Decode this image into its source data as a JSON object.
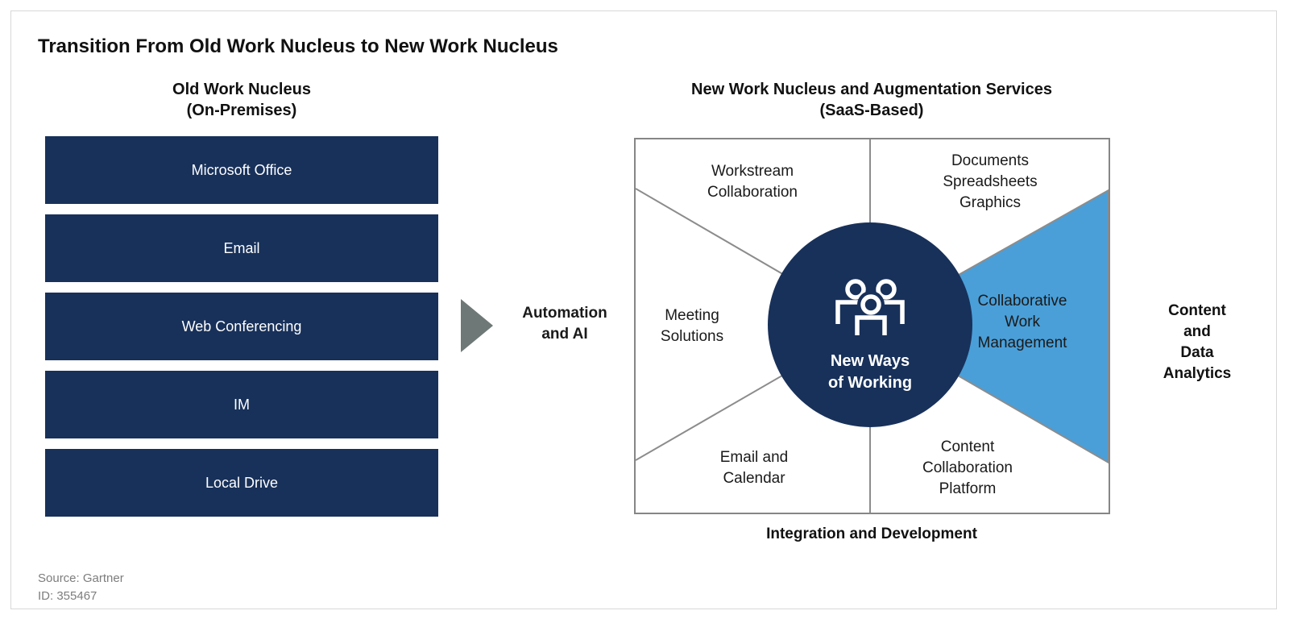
{
  "title": "Transition From Old Work Nucleus to New Work Nucleus",
  "old_nucleus": {
    "heading": "Old Work Nucleus\n(On-Premises)",
    "items": [
      "Microsoft Office",
      "Email",
      "Web Conferencing",
      "IM",
      "Local Drive"
    ]
  },
  "transition": {
    "label": "Automation\nand AI"
  },
  "new_nucleus": {
    "heading": "New Work Nucleus and Augmentation Services\n(SaaS-Based)",
    "segments": {
      "workstream": "Workstream\nCollaboration",
      "documents": "Documents\nSpreadsheets\nGraphics",
      "meeting": "Meeting\nSolutions",
      "collaborative": "Collaborative\nWork\nManagement",
      "email": "Email and\nCalendar",
      "content_platform": "Content\nCollaboration\nPlatform"
    },
    "center": "New Ways\nof Working",
    "center_icon": "people-group-icon",
    "right_label": "Content and\nData Analytics",
    "bottom_label": "Integration and Development"
  },
  "footer": {
    "source": "Source: Gartner",
    "id": "ID: 355467"
  },
  "colors": {
    "navy": "#18315a",
    "wedge-blue": "#4a9fd8",
    "line-gray": "#8c8c8c",
    "arrow-gray": "#6e7876"
  }
}
